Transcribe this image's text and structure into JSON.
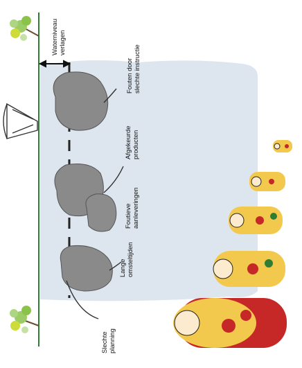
{
  "water_label": {
    "line1": "Waterniveau",
    "line2": "verlagen"
  },
  "rocks": [
    {
      "line1": "Slechte",
      "line2": "planning"
    },
    {
      "line1": "Lange",
      "line2": "omsteltijden"
    },
    {
      "line1": "Foutieve",
      "line2": "aanleveringen"
    },
    {
      "line1": "Afgekeurde",
      "line2": "producten"
    },
    {
      "line1": "Fouten door",
      "line2": "slechte instructie"
    }
  ],
  "colors": {
    "water": "#dde6ee",
    "rock": "#8a8a8a",
    "bank": "#2e7d32",
    "doll_red": "#c62828",
    "doll_yellow": "#f2c94c"
  }
}
